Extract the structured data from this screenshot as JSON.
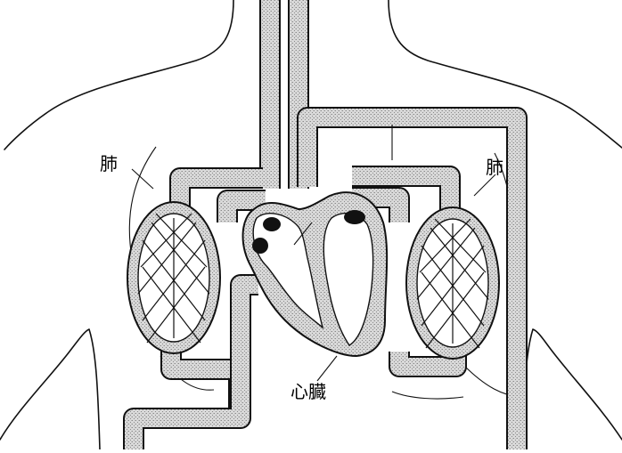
{
  "labels": {
    "lung_left": "肺",
    "lung_right": "肺",
    "heart": "心臓"
  },
  "colors": {
    "line": "#111111",
    "stipple_base": "#d9d9d9",
    "stipple_dot": "#8a8a8a",
    "background": "#ffffff"
  }
}
